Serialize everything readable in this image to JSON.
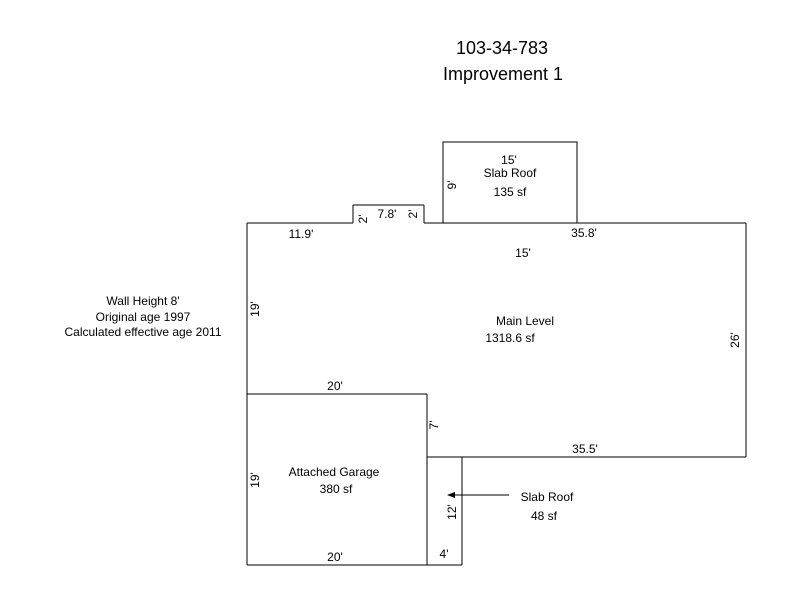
{
  "header": {
    "parcel_id": "103-34-783",
    "improvement": "Improvement 1"
  },
  "info": {
    "wall_height": "Wall Height 8'",
    "original_age": "Original age 1997",
    "effective_age": "Calculated effective age 2011"
  },
  "areas": {
    "main_level": {
      "name": "Main Level",
      "area": "1318.6 sf"
    },
    "slab_roof_top": {
      "name": "Slab Roof",
      "area": "135 sf"
    },
    "garage": {
      "name": "Attached Garage",
      "area": "380 sf"
    },
    "slab_roof_bottom": {
      "name": "Slab Roof",
      "area": "48 sf"
    }
  },
  "dimensions": {
    "top_left": "11.9'",
    "bump_width": "7.8'",
    "bump_left": "2'",
    "bump_right": "2'",
    "slab_top": "15'",
    "slab_side": "9'",
    "top_right": "35.8'",
    "inner_15": "15'",
    "left_upper": "19'",
    "right_side": "26'",
    "garage_top": "20'",
    "garage_right": "7'",
    "bottom_right": "35.5'",
    "garage_left": "19'",
    "garage_bottom": "20'",
    "small_slab_side": "12'",
    "small_slab_bottom": "4'"
  }
}
